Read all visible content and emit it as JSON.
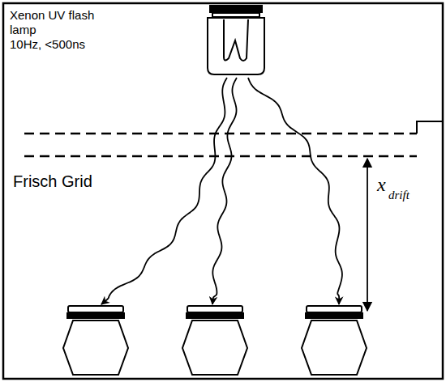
{
  "diagram": {
    "labels": [
      "Xenon UV flash lamp",
      "10Hz, <500ns",
      "Frisch Grid",
      "x",
      "drift"
    ]
  }
}
